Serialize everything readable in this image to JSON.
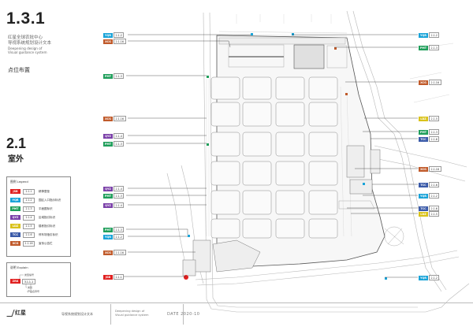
{
  "header": {
    "section_number": "1.3.1",
    "project_name": "红星全球农批中心",
    "doc_title_cn": "导视系统规划设计文本",
    "doc_title_en_1": "Deepening design of",
    "doc_title_en_2": "Visual guidance system",
    "location_title": "点位布置"
  },
  "section": {
    "number": "2.1",
    "label": "室外"
  },
  "legend": {
    "title": "图例 Legend",
    "items": [
      {
        "code": "JSB",
        "num": "2.1.1",
        "name": "精神堡垒",
        "color": "#e02020"
      },
      {
        "code": "YQR",
        "num": "2.1.2",
        "name": "园区入口指示标识",
        "color": "#19a3d8"
      },
      {
        "code": "PMT",
        "num": "2.1.3",
        "name": "平面图标识",
        "color": "#1f9e5a"
      },
      {
        "code": "QYZ",
        "num": "2.1.4",
        "name": "区域指引标识",
        "color": "#7a3fa8"
      },
      {
        "code": "LDZ",
        "num": "2.1.5",
        "name": "楼栋指引标识",
        "color": "#d9c21a"
      },
      {
        "code": "TCC",
        "num": "2.1.6",
        "name": "停车场指引标识",
        "color": "#3a5aa8"
      },
      {
        "code": "XCG",
        "num": "2.1.16",
        "name": "宣传公告栏",
        "color": "#c05a2a"
      }
    ]
  },
  "explain": {
    "title": "说明 Explain",
    "code": "ZRK",
    "num": "3.1.1-1",
    "note1": "类型编号",
    "note2": "类别",
    "note3": "产品名称号"
  },
  "callouts_left": [
    {
      "code": "YQR",
      "num": "2.1.2",
      "color": "#19a3d8"
    },
    {
      "code": "XCG",
      "num": "2.1.16",
      "color": "#c05a2a"
    },
    {
      "code": "PMT",
      "num": "2.1.3",
      "color": "#1f9e5a"
    },
    {
      "code": "XCG",
      "num": "2.1.16",
      "color": "#c05a2a"
    },
    {
      "code": "QYZ",
      "num": "2.1.4",
      "color": "#7a3fa8"
    },
    {
      "code": "PMT",
      "num": "2.1.3",
      "color": "#1f9e5a"
    },
    {
      "code": "QYZ",
      "num": "2.1.4",
      "color": "#7a3fa8"
    },
    {
      "code": "PMT",
      "num": "2.1.3",
      "color": "#1f9e5a"
    },
    {
      "code": "QYZ",
      "num": "2.1.4",
      "color": "#7a3fa8"
    },
    {
      "code": "PMT",
      "num": "2.1.3",
      "color": "#1f9e5a"
    },
    {
      "code": "YQR",
      "num": "2.1.2",
      "color": "#19a3d8"
    },
    {
      "code": "XCG",
      "num": "2.1.16",
      "color": "#c05a2a"
    },
    {
      "code": "JSB",
      "num": "2.1.1",
      "color": "#e02020"
    }
  ],
  "callouts_right": [
    {
      "code": "YQR",
      "num": "2.1.2",
      "color": "#19a3d8"
    },
    {
      "code": "PMT",
      "num": "2.1.3",
      "color": "#1f9e5a"
    },
    {
      "code": "XCG",
      "num": "2.1.16",
      "color": "#c05a2a"
    },
    {
      "code": "LDZ",
      "num": "2.1.5",
      "color": "#d9c21a"
    },
    {
      "code": "PMT",
      "num": "2.1.3",
      "color": "#1f9e5a"
    },
    {
      "code": "TCC",
      "num": "2.1.6",
      "color": "#3a5aa8"
    },
    {
      "code": "XCG",
      "num": "2.1.16",
      "color": "#c05a2a"
    },
    {
      "code": "TCC",
      "num": "2.1.6",
      "color": "#3a5aa8"
    },
    {
      "code": "YQR",
      "num": "2.1.2",
      "color": "#19a3d8"
    },
    {
      "code": "TCC",
      "num": "2.1.6",
      "color": "#3a5aa8"
    },
    {
      "code": "LDZ",
      "num": "2.1.5",
      "color": "#d9c21a"
    },
    {
      "code": "YQR",
      "num": "2.1.2",
      "color": "#19a3d8"
    }
  ],
  "footer": {
    "logo": "红星",
    "doc_title": "导视系统规划设计文本",
    "desc_1": "Deepening design of",
    "desc_2": "Visual guidance system",
    "date": "DATE  2020-10"
  }
}
